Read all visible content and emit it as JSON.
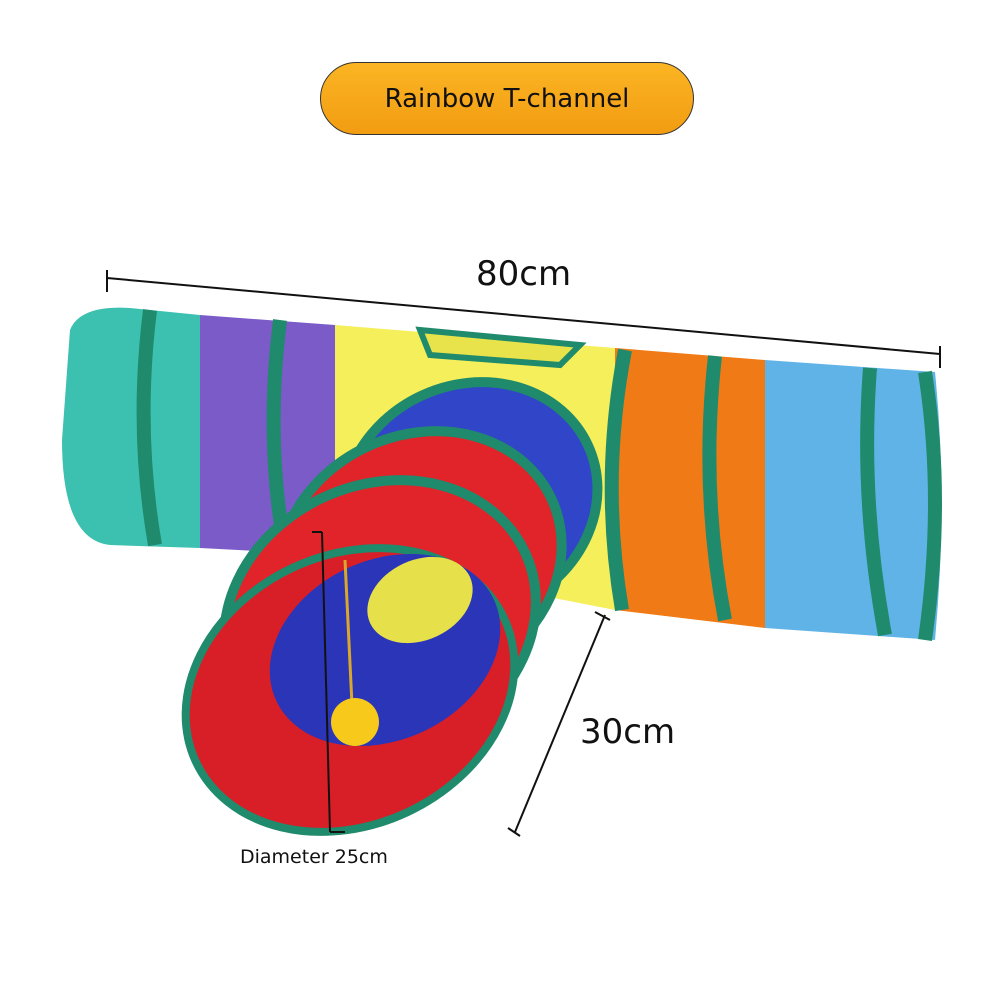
{
  "title": "Rainbow T-channel",
  "dimensions": {
    "length": "80cm",
    "branch_length": "30cm",
    "diameter": "Diameter 25cm"
  },
  "colors": {
    "pill": "#f7a91c",
    "teal": "#3cc0b0",
    "purple": "#7b5bc7",
    "yellow": "#f4ef5a",
    "orange": "#f07a16",
    "light_blue": "#5fb3e6",
    "blue": "#3045c8",
    "red": "#e0242a",
    "trim": "#1f8a6c"
  }
}
